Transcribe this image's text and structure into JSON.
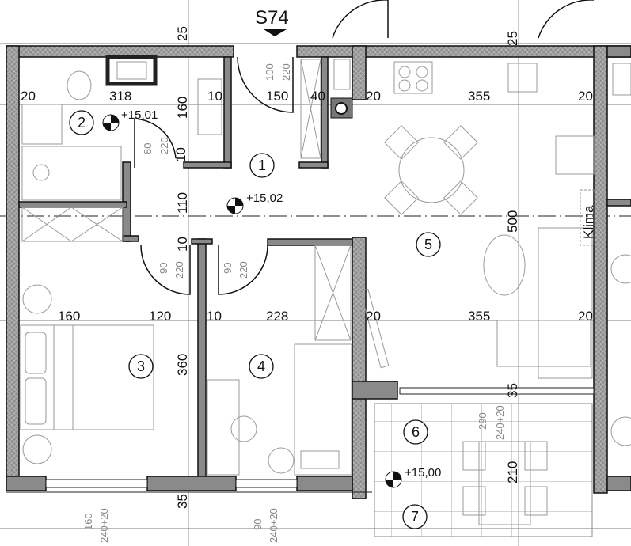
{
  "plan": {
    "section_mark": "S74",
    "rooms": [
      "1",
      "2",
      "3",
      "4",
      "5",
      "6",
      "7"
    ],
    "elevations": {
      "bathroom": "+15,01",
      "hall": "+15,02",
      "balcony": "+15,00"
    },
    "klima_label": "Klima",
    "dimensions": {
      "top_wall_left": "25",
      "top_wall_right": "25",
      "row1": [
        "20",
        "318",
        "10",
        "150",
        "40",
        "20",
        "355",
        "20"
      ],
      "row2": [
        "160",
        "120",
        "10",
        "228",
        "20",
        "355",
        "20"
      ],
      "v_bath": "160",
      "v_wall_a": "10",
      "v_hall": "110",
      "v_wall_b": "10",
      "v_bedroom": "360",
      "v_bottom_wall": "35",
      "v_living": "500",
      "v_balcony_wall": "35",
      "v_balcony": "210"
    },
    "openings": [
      {
        "width": "100",
        "height": "220"
      },
      {
        "width": "80",
        "height": "220"
      },
      {
        "width": "90",
        "height": "220"
      },
      {
        "width": "90",
        "height": "220"
      },
      {
        "width": "290",
        "height": "240+20"
      },
      {
        "width": "160",
        "height": "240+20"
      },
      {
        "width": "90",
        "height": "240+20"
      }
    ]
  }
}
